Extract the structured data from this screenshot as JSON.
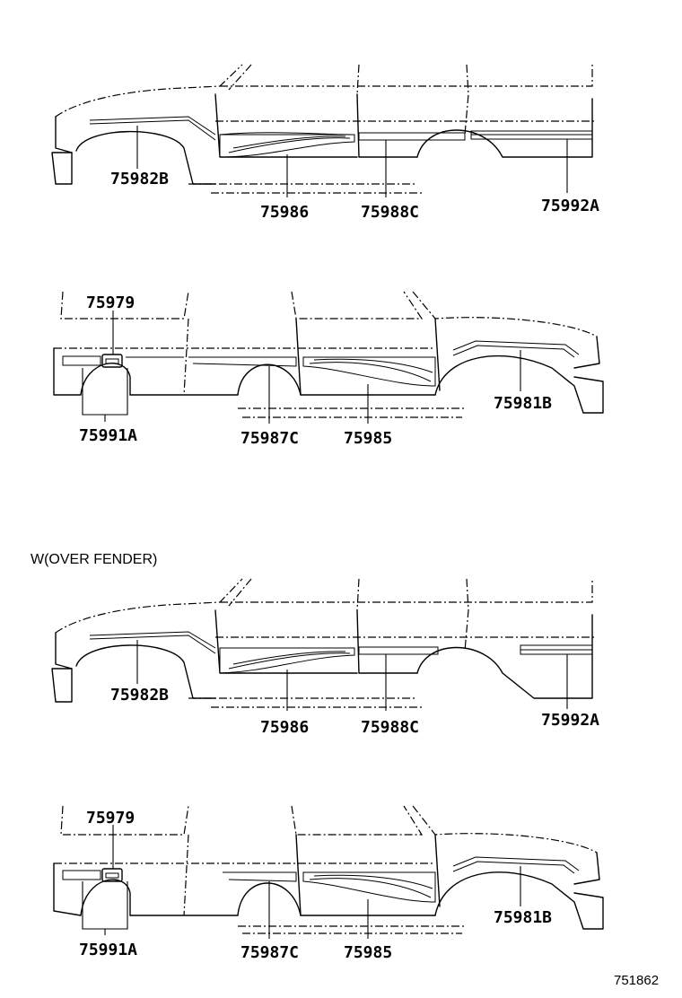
{
  "section_caption": "W(OVER FENDER)",
  "illustration_ref": "751862",
  "views": [
    {
      "labels": {
        "front_stripe": "75982B",
        "main_graphic": "75986",
        "door_stripe": "75988C",
        "rear_stripe": "75992A"
      }
    },
    {
      "labels": {
        "emblem": "75979",
        "rear_stripe": "75991A",
        "door_stripe": "75987C",
        "main_graphic": "75985",
        "front_stripe": "75981B"
      }
    },
    {
      "labels": {
        "front_stripe": "75982B",
        "main_graphic": "75986",
        "door_stripe": "75988C",
        "rear_stripe": "75992A"
      }
    },
    {
      "labels": {
        "emblem": "75979",
        "rear_stripe": "75991A",
        "door_stripe": "75987C",
        "main_graphic": "75985",
        "front_stripe": "75981B"
      }
    }
  ]
}
